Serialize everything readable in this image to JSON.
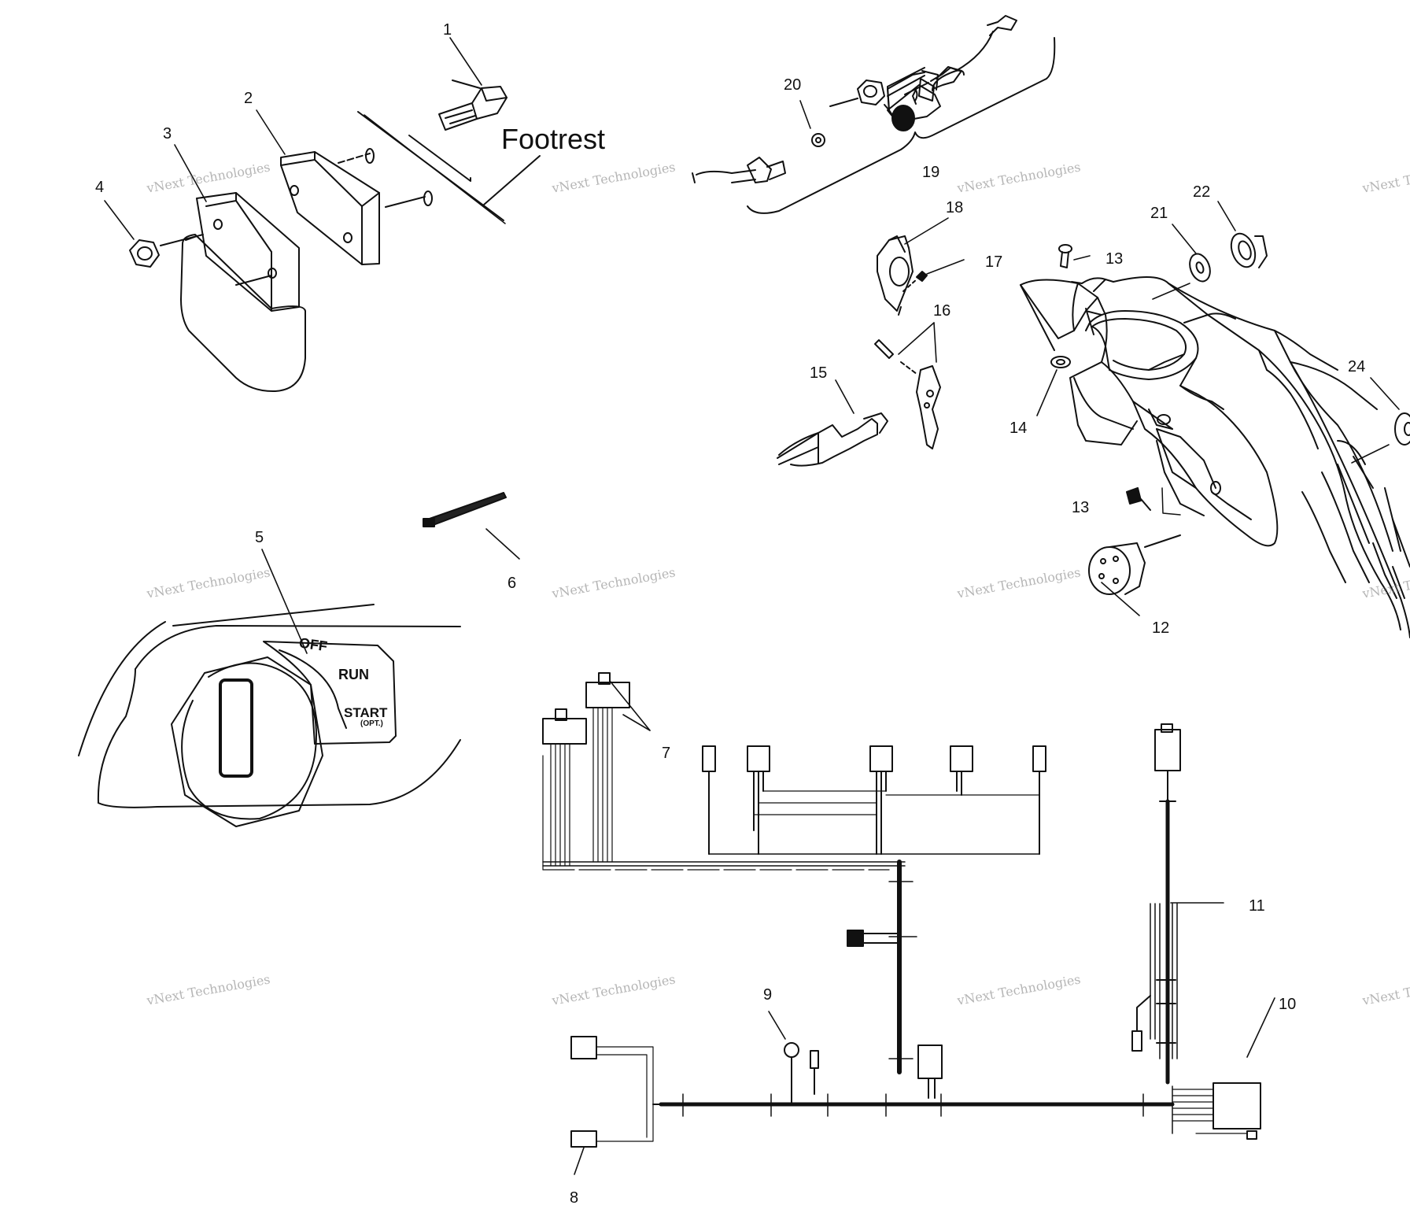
{
  "diagram": {
    "footrest_label": "Footrest",
    "switch_positions": {
      "off": "OFF",
      "run": "RUN",
      "start": "START",
      "start_note": "(OPT.)"
    },
    "callouts": [
      "1",
      "2",
      "3",
      "4",
      "5",
      "6",
      "7",
      "8",
      "9",
      "10",
      "11",
      "12",
      "13",
      "13",
      "14",
      "15",
      "16",
      "17",
      "18",
      "19",
      "20",
      "21",
      "22",
      "24"
    ],
    "watermark": "vNext Technologies"
  }
}
